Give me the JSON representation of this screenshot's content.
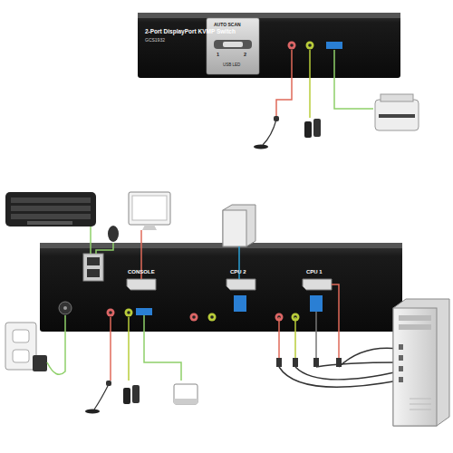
{
  "diagram": {
    "labels": [
      "2-Port DisplayPort KVMP Switch",
      "GCS1932",
      "AUTO SCAN",
      "1",
      "2",
      "USB LED",
      "CONSOLE",
      "CPU 2",
      "CPU 1"
    ]
  }
}
